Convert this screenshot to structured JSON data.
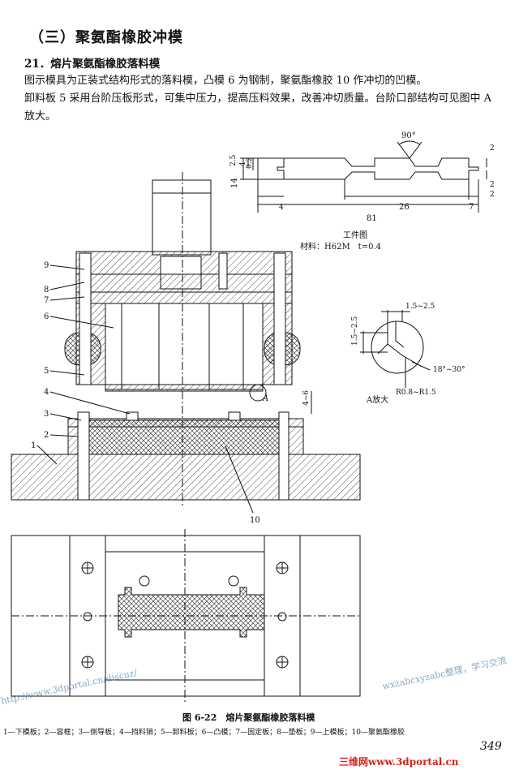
{
  "section_title": "（三）聚氨酯橡胶冲模",
  "subtitle": "21．熔片聚氨酯橡胶落料模",
  "paragraphs": [
    "图示模具为正装式结构形式的落料模，凸模 6 为钢制，聚氨酯橡胶 10 作冲切的凹模。",
    "卸料板 5 采用台阶压板形式，可集中压力，提高压料效果，改善冲切质量。台阶口部结构可见图中 A 放大。"
  ],
  "workpiece": {
    "angle": "90°",
    "dim_2_5": "2.5",
    "dim_4": "4",
    "dim_0_2": "0.2",
    "dim_14": "14",
    "dim_26": "26",
    "dim_81": "81",
    "dim_7": "7",
    "dim_2a": "2",
    "dim_2b": "2",
    "dim_2c": "2",
    "dim_4b": "4",
    "title": "工件图",
    "material": "材料：H62M　t=0.4"
  },
  "detail_a": {
    "dim_top": "1.5~2.5",
    "dim_left": "1.5~2.5",
    "angle": "18°~30°",
    "radius": "R0.8~R1.5",
    "title": "A放大"
  },
  "part_numbers": [
    "1",
    "2",
    "3",
    "4",
    "5",
    "6",
    "7",
    "8",
    "9",
    "10"
  ],
  "detail_marker": "A",
  "gap_dim": "4~6",
  "figure_caption": "图 6-22　熔片聚氨酯橡胶落料模",
  "legend": "1—下模板；2—容框；3—侧导板；4—挡料销；5—卸料板；6—凸模；7—固定板；8—垫板；9—上模板；10—聚氨酯橡胶",
  "page_number": "349",
  "watermarks": {
    "url_left": "http://www.3dportal.cn/discuz/",
    "url_right": "wxzabcxyzabc整理，学习交流"
  },
  "footer_brand": "三维网www.3dportal.cn"
}
